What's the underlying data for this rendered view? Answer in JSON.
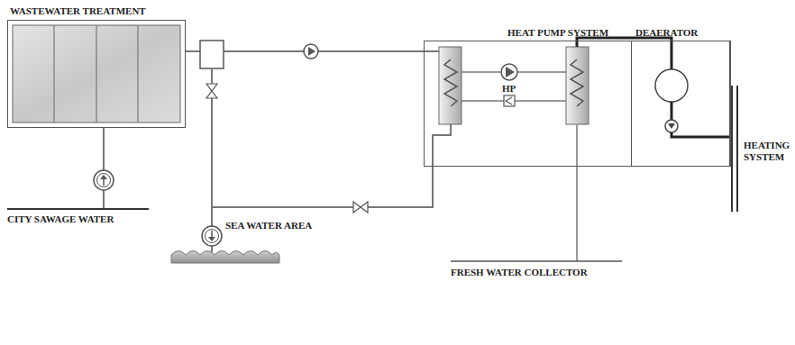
{
  "diagram": {
    "nodes": [
      {
        "text": [
          "WASTEWATER TREATMENT"
        ]
      },
      {
        "text": [
          "HEAT PUMP SYSTEM"
        ]
      },
      {
        "text": [
          "DEAERATOR"
        ],
        "in": 1
      }
    ],
    "edges": [
      {
        "from": 0,
        "to": 1,
        "arrow": "none"
      }
    ],
    "labels": [
      "HP",
      "HEATING SYSTEM",
      "FRESH WATER COLLECTOR",
      "SEA WATER AREA",
      "CITY SAWAGE WATER"
    ]
  }
}
